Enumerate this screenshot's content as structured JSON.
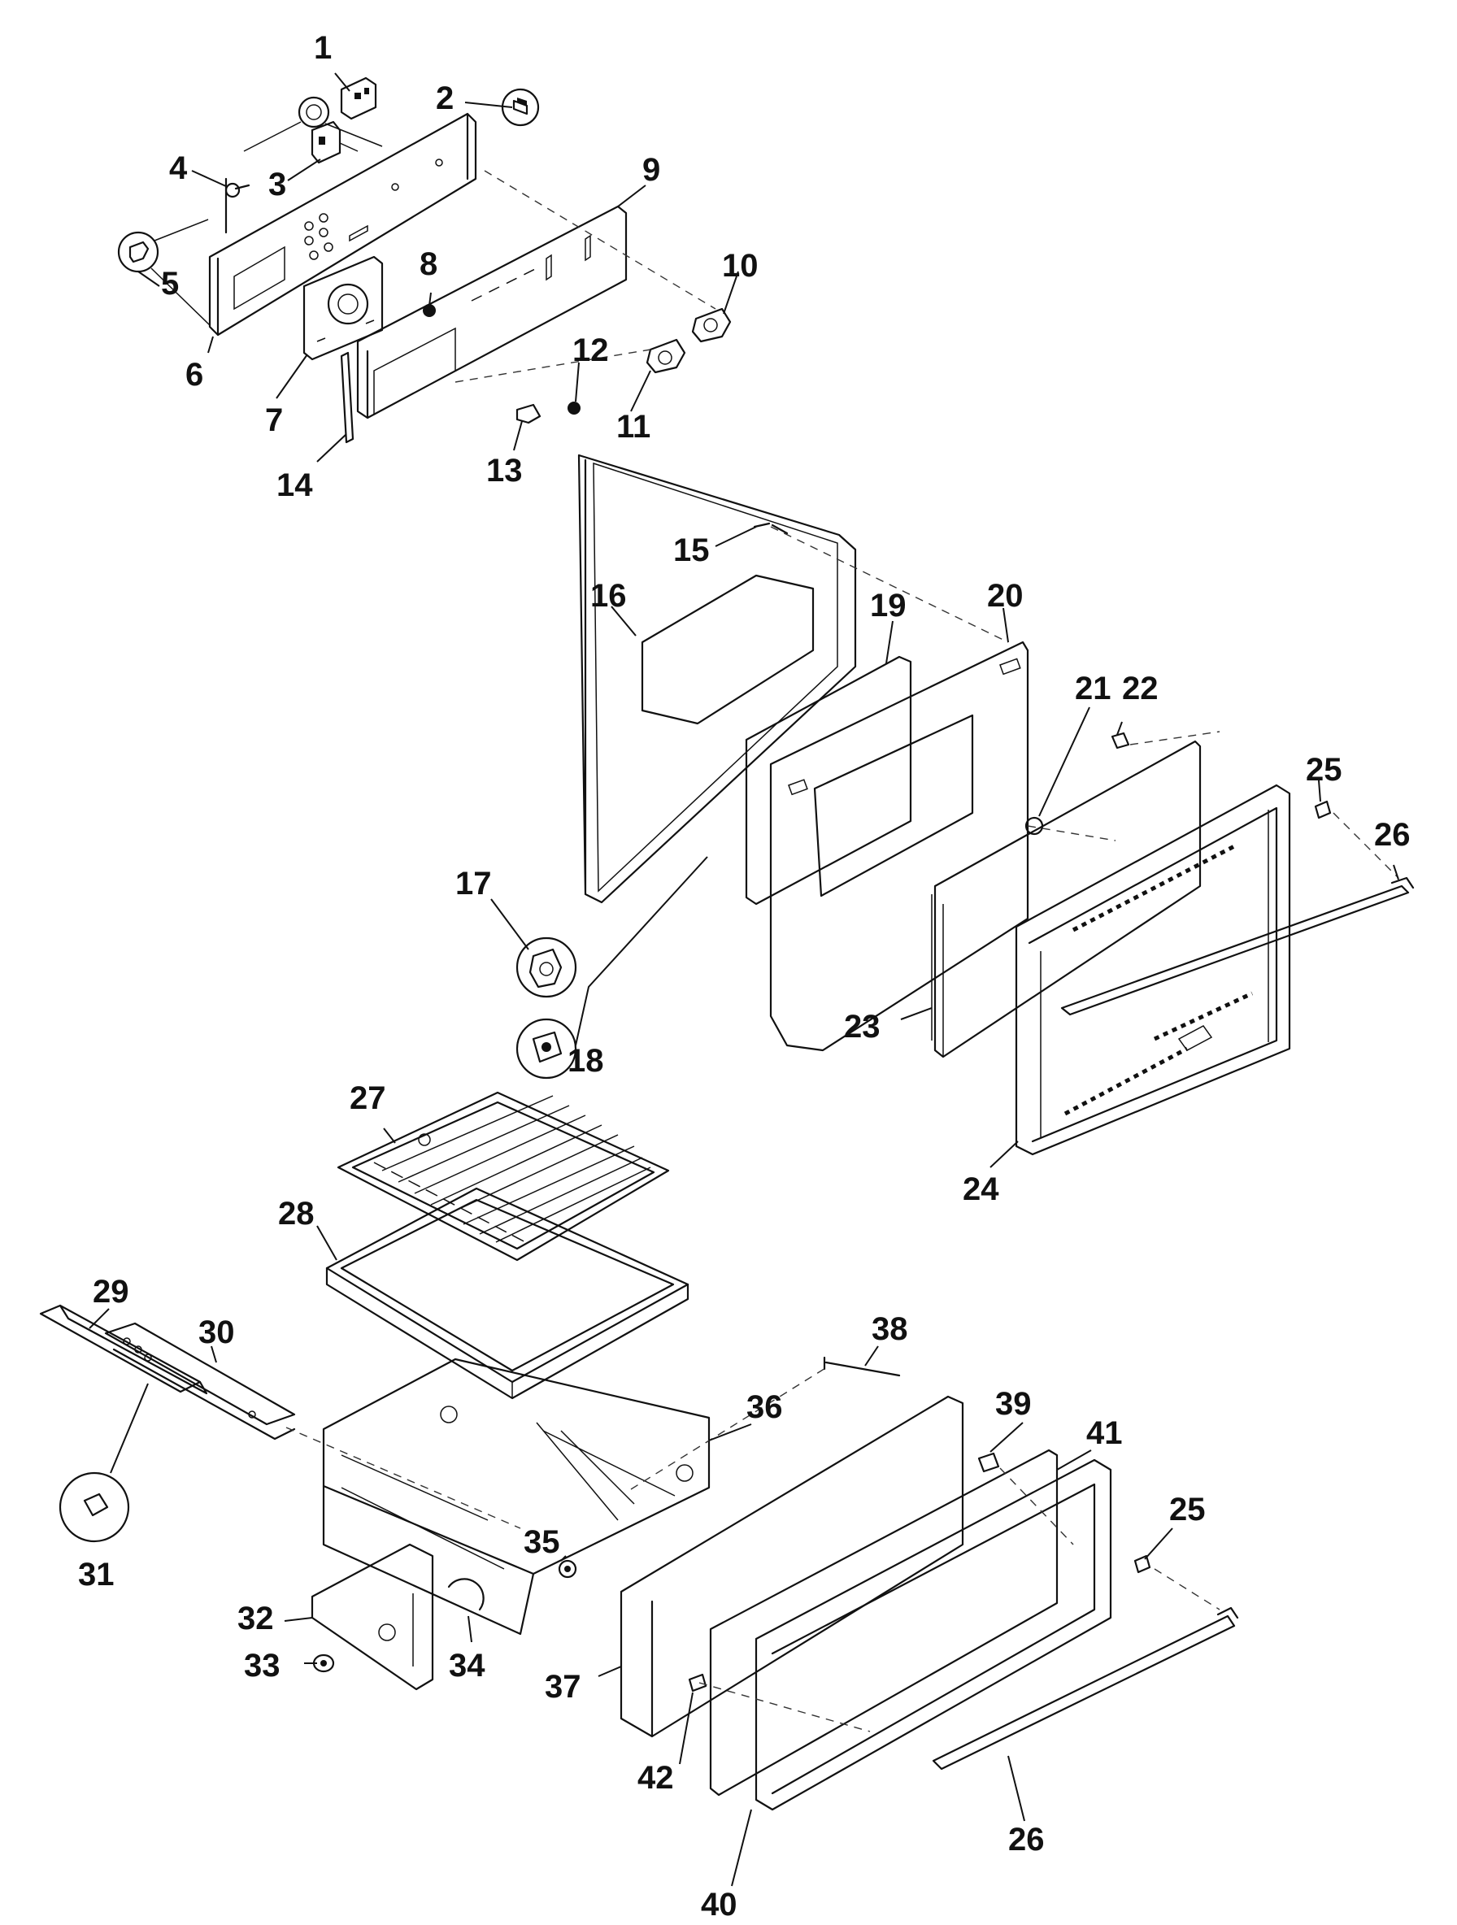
{
  "callouts": [
    {
      "id": "1",
      "text": "1"
    },
    {
      "id": "2",
      "text": "2"
    },
    {
      "id": "3",
      "text": "3"
    },
    {
      "id": "4",
      "text": "4"
    },
    {
      "id": "5",
      "text": "5"
    },
    {
      "id": "6",
      "text": "6"
    },
    {
      "id": "7",
      "text": "7"
    },
    {
      "id": "8",
      "text": "8"
    },
    {
      "id": "9",
      "text": "9"
    },
    {
      "id": "10",
      "text": "10"
    },
    {
      "id": "11",
      "text": "11"
    },
    {
      "id": "12",
      "text": "12"
    },
    {
      "id": "13",
      "text": "13"
    },
    {
      "id": "14",
      "text": "14"
    },
    {
      "id": "15",
      "text": "15"
    },
    {
      "id": "16",
      "text": "16"
    },
    {
      "id": "17",
      "text": "17"
    },
    {
      "id": "18",
      "text": "18"
    },
    {
      "id": "19",
      "text": "19"
    },
    {
      "id": "20",
      "text": "20"
    },
    {
      "id": "21",
      "text": "21"
    },
    {
      "id": "22",
      "text": "22"
    },
    {
      "id": "23",
      "text": "23"
    },
    {
      "id": "24",
      "text": "24"
    },
    {
      "id": "25a",
      "text": "25"
    },
    {
      "id": "26a",
      "text": "26"
    },
    {
      "id": "27",
      "text": "27"
    },
    {
      "id": "28",
      "text": "28"
    },
    {
      "id": "29",
      "text": "29"
    },
    {
      "id": "30",
      "text": "30"
    },
    {
      "id": "31",
      "text": "31"
    },
    {
      "id": "32",
      "text": "32"
    },
    {
      "id": "33",
      "text": "33"
    },
    {
      "id": "34",
      "text": "34"
    },
    {
      "id": "35",
      "text": "35"
    },
    {
      "id": "36",
      "text": "36"
    },
    {
      "id": "37",
      "text": "37"
    },
    {
      "id": "38",
      "text": "38"
    },
    {
      "id": "39",
      "text": "39"
    },
    {
      "id": "40",
      "text": "40"
    },
    {
      "id": "41",
      "text": "41"
    },
    {
      "id": "42",
      "text": "42"
    },
    {
      "id": "25b",
      "text": "25"
    },
    {
      "id": "26b",
      "text": "26"
    }
  ]
}
